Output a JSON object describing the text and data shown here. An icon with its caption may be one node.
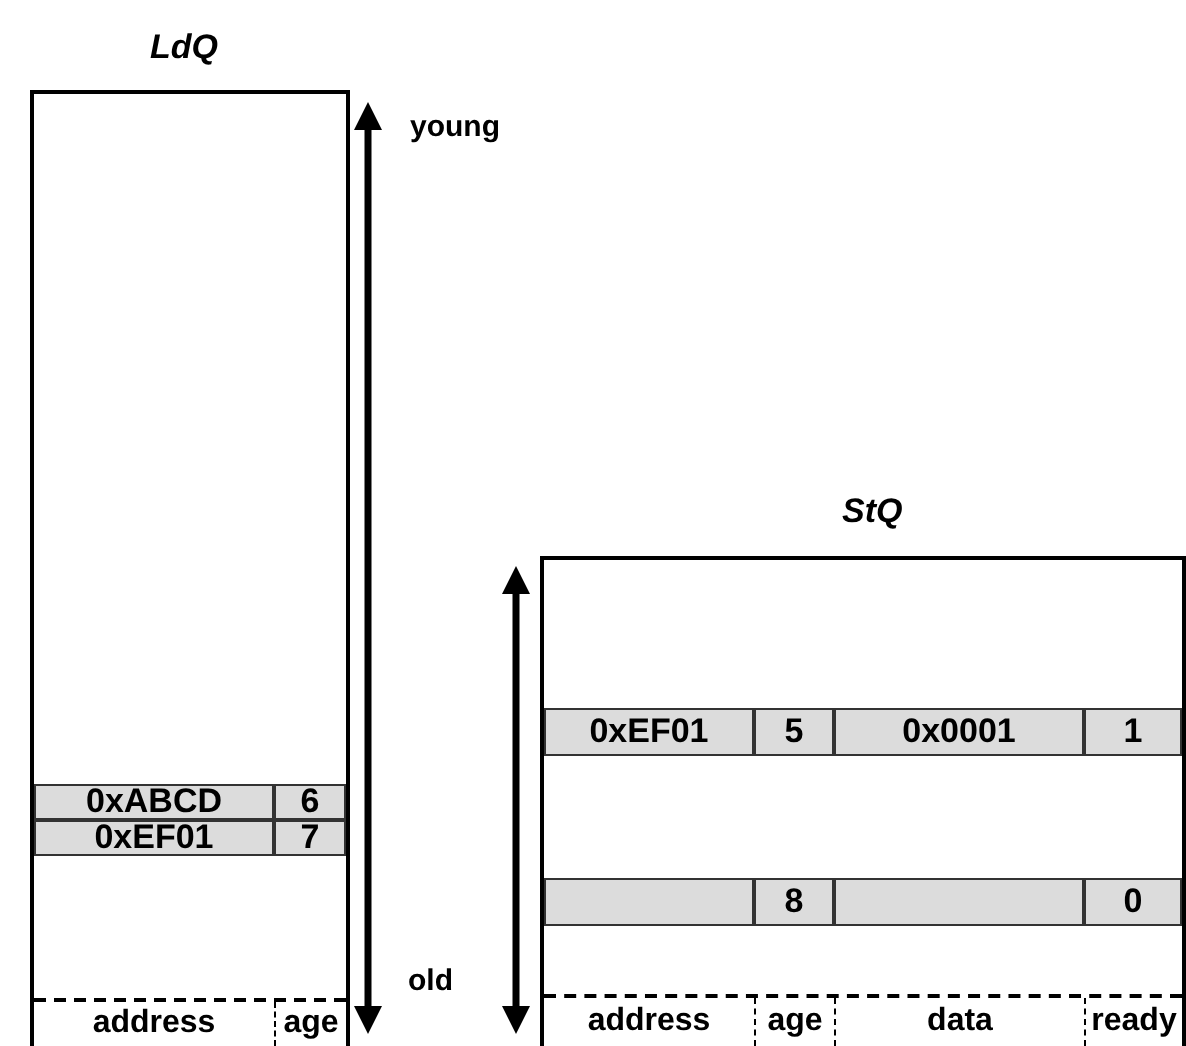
{
  "diagram": {
    "nodes": [
      {
        "text": [
          "LdQ"
        ]
      },
      {
        "text": [
          "StQ"
        ]
      }
    ],
    "labels": [
      "young",
      "0xABCD",
      "6",
      "0xEF01",
      "7",
      "address",
      "age",
      "old",
      "0xEF01",
      "5",
      "0x0001",
      "1",
      "8",
      "0",
      "address",
      "age",
      "data",
      "ready"
    ]
  }
}
